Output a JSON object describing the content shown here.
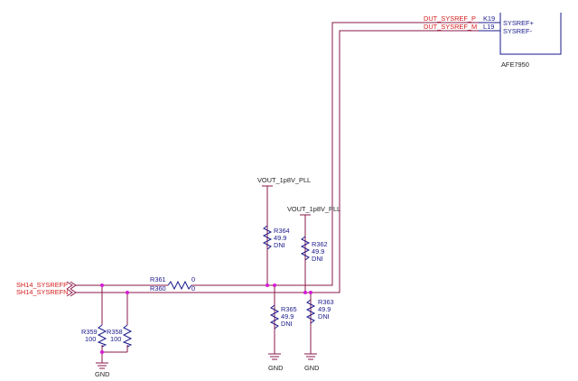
{
  "colors": {
    "wire": "#8a1a4a",
    "component": "#1a1a8c",
    "net_label": "#d41a1a",
    "junction": "#d41ad4",
    "text": "#222222"
  },
  "ic": {
    "name": "AFE7950",
    "pins": [
      {
        "number": "K19",
        "name": "SYSREF+",
        "net": "DUT_SYSREF_P"
      },
      {
        "number": "L19",
        "name": "SYSREF-",
        "net": "DUT_SYSREF_M"
      }
    ]
  },
  "inputs": {
    "p": "SH14_SYSREFP",
    "n": "SH14_SYSREFN"
  },
  "power": {
    "left": "VOUT_1p8V_PLL",
    "right": "VOUT_1p8V_PLL"
  },
  "ground": {
    "g1": "GND",
    "g2": "GND",
    "g3": "GND"
  },
  "resistors": {
    "r361": {
      "ref": "R361",
      "value": "0"
    },
    "r360": {
      "ref": "R360",
      "value": "0"
    },
    "r364": {
      "ref": "R364",
      "value": "49.9",
      "note": "DNI"
    },
    "r362": {
      "ref": "R362",
      "value": "49.9",
      "note": "DNI"
    },
    "r365": {
      "ref": "R365",
      "value": "49.9",
      "note": "DNI"
    },
    "r363": {
      "ref": "R363",
      "value": "49.9",
      "note": "DNI"
    },
    "r359": {
      "ref": "R359",
      "value": "100"
    },
    "r358": {
      "ref": "R358",
      "value": "100"
    }
  }
}
